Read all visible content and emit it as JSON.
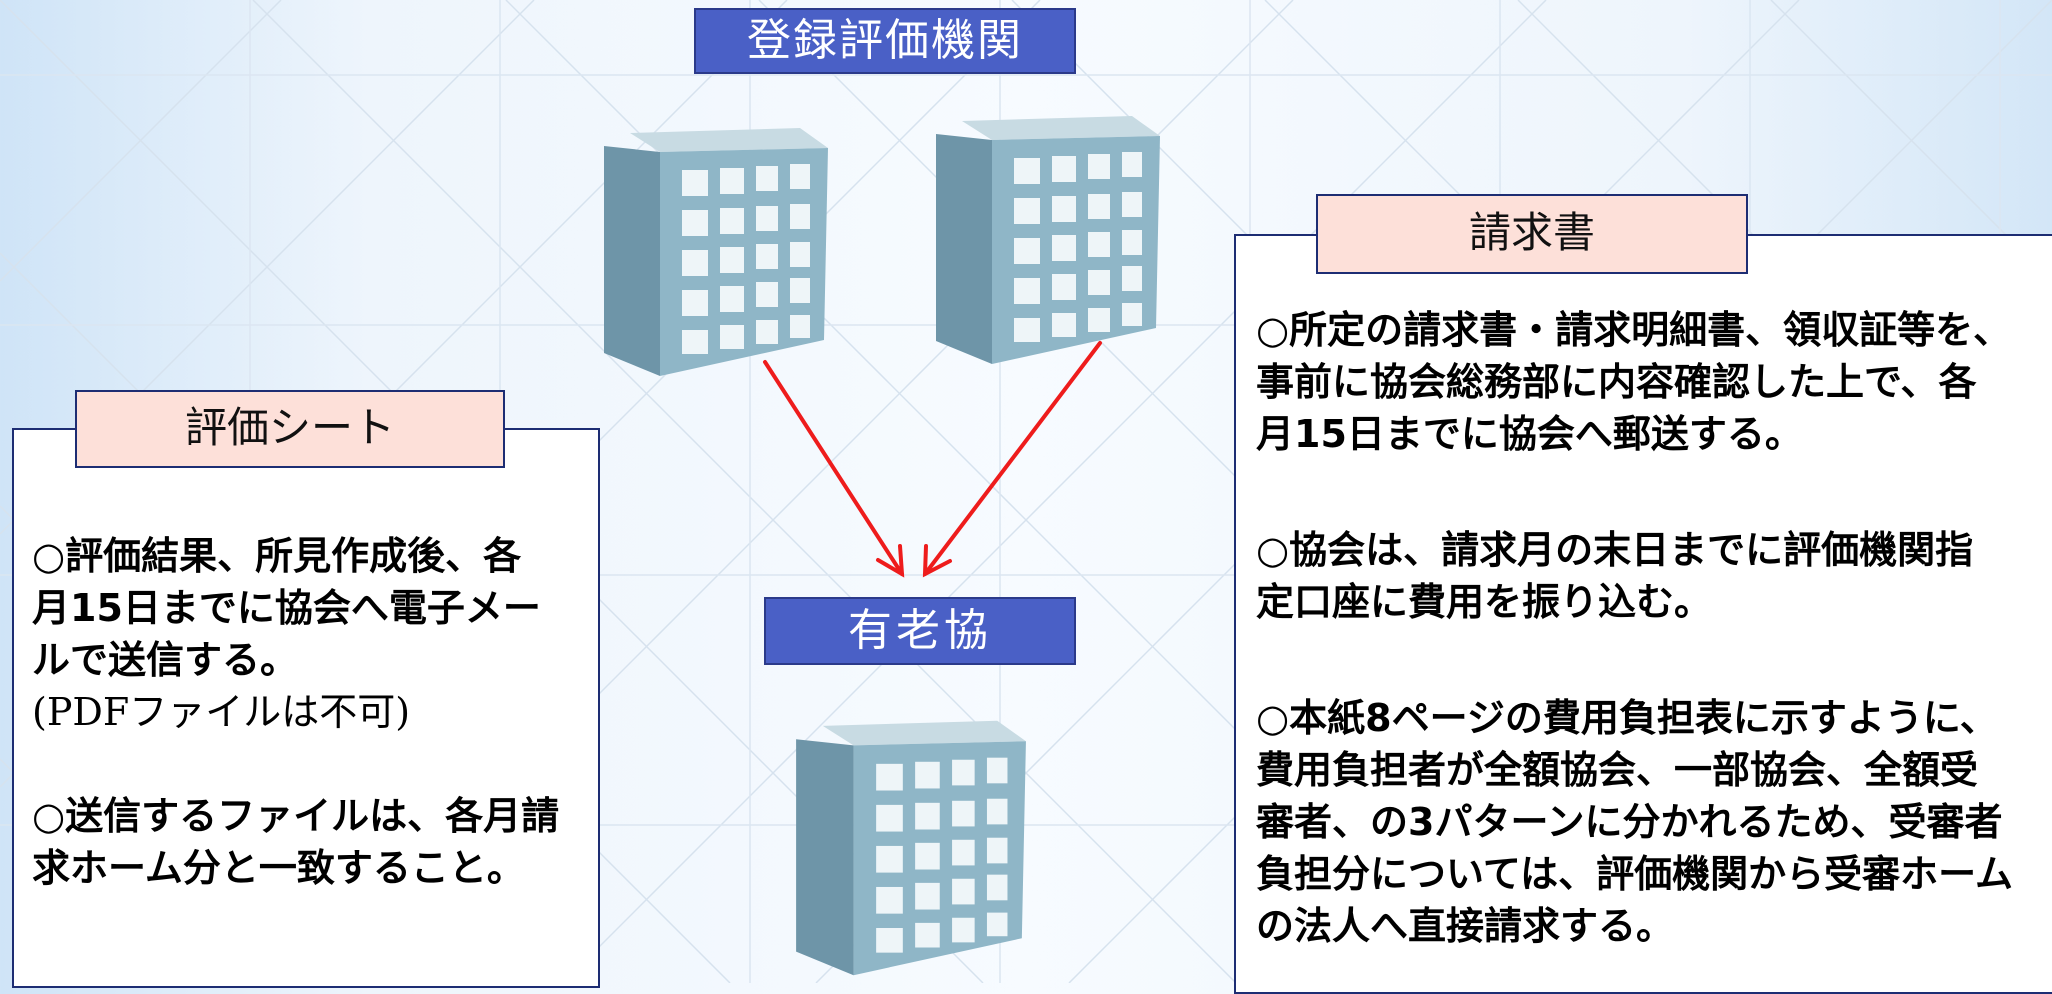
{
  "top_label": "登録評価機関",
  "center_label": "有老協",
  "colors": {
    "label_fill": "#4a60c6",
    "panel_header_fill": "#fde0d9",
    "panel_border": "#1d2d73",
    "arrow": "#ee1c1c",
    "building": "#7fa8ba"
  },
  "left_panel": {
    "title": "評価シート",
    "p1_line1": "○評価結果、所見作成後、各",
    "p1_line2": "月15日までに協会へ電子メー",
    "p1_line3": "ルで送信する。",
    "p1_note": "(PDFファイルは不可)",
    "p2_line1": "○送信するファイルは、各月請",
    "p2_line2": "求ホーム分と一致すること。"
  },
  "right_panel": {
    "title": "請求書",
    "p1_line1": "○所定の請求書・請求明細書、領収証等を、",
    "p1_line2": "事前に協会総務部に内容確認した上で、各",
    "p1_line3": "月15日までに協会へ郵送する。",
    "p2_line1": "○協会は、請求月の末日までに評価機関指",
    "p2_line2": "定口座に費用を振り込む。",
    "p3_line1": "○本紙8ページの費用負担表に示すように、",
    "p3_line2": "費用負担者が全額協会、一部協会、全額受",
    "p3_line3": "審者、の3パターンに分かれるため、受審者",
    "p3_line4": "負担分については、評価機関から受審ホーム",
    "p3_line5": "の法人へ直接請求する。"
  }
}
